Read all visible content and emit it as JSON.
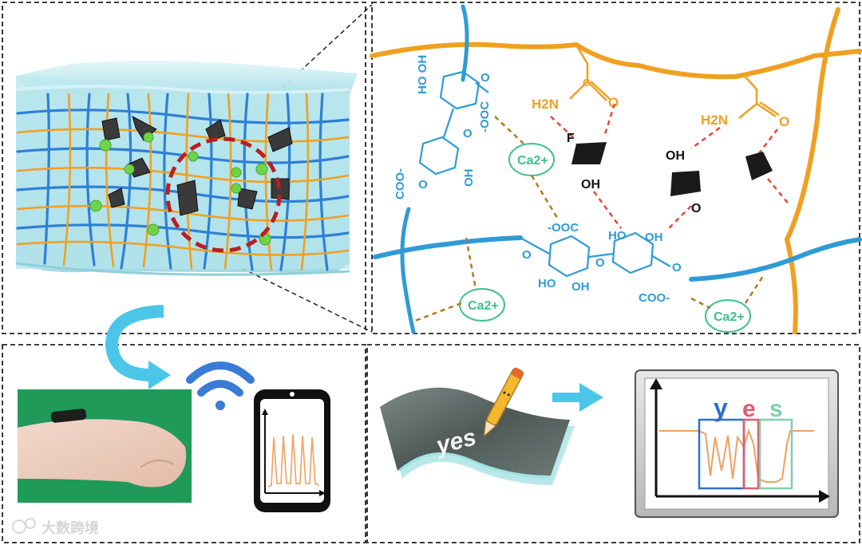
{
  "colors": {
    "alginate": "#2f9bd6",
    "polyacrylamide": "#f0a020",
    "calcium": "#3dbf8a",
    "hbond_red": "#e04a3a",
    "ionic_brown": "#b07a20",
    "hydrogel_fill": "#a6e0e8",
    "arrow_cyan": "#4cc6e8",
    "letter_y": "#2f6fc8",
    "letter_e": "#e35a6a",
    "letter_s": "#7fcfae"
  },
  "chem_labels": {
    "amide_left": "H2N",
    "amide_right": "H2N",
    "carbonyl": "O",
    "fluoro": "F",
    "hydroxyl": "OH",
    "hydroxyl_pair": "HO  OH",
    "carboxylate": "COO-",
    "carboxylate_rev": "-OOC",
    "ooc_top": "-OOC",
    "calcium_ion": "Ca2+",
    "keto_o": "O",
    "sugar_oh": "OH",
    "sugar_ho": "HO"
  },
  "writing": {
    "handwritten_word": "yes",
    "letters": [
      "y",
      "e",
      "s"
    ]
  },
  "watermark": {
    "text": "大数跨境"
  },
  "icons": {
    "wifi": "wifi-icon",
    "phone": "smartphone-icon",
    "pen": "pen-icon",
    "arrow": "arrow-right-icon"
  }
}
